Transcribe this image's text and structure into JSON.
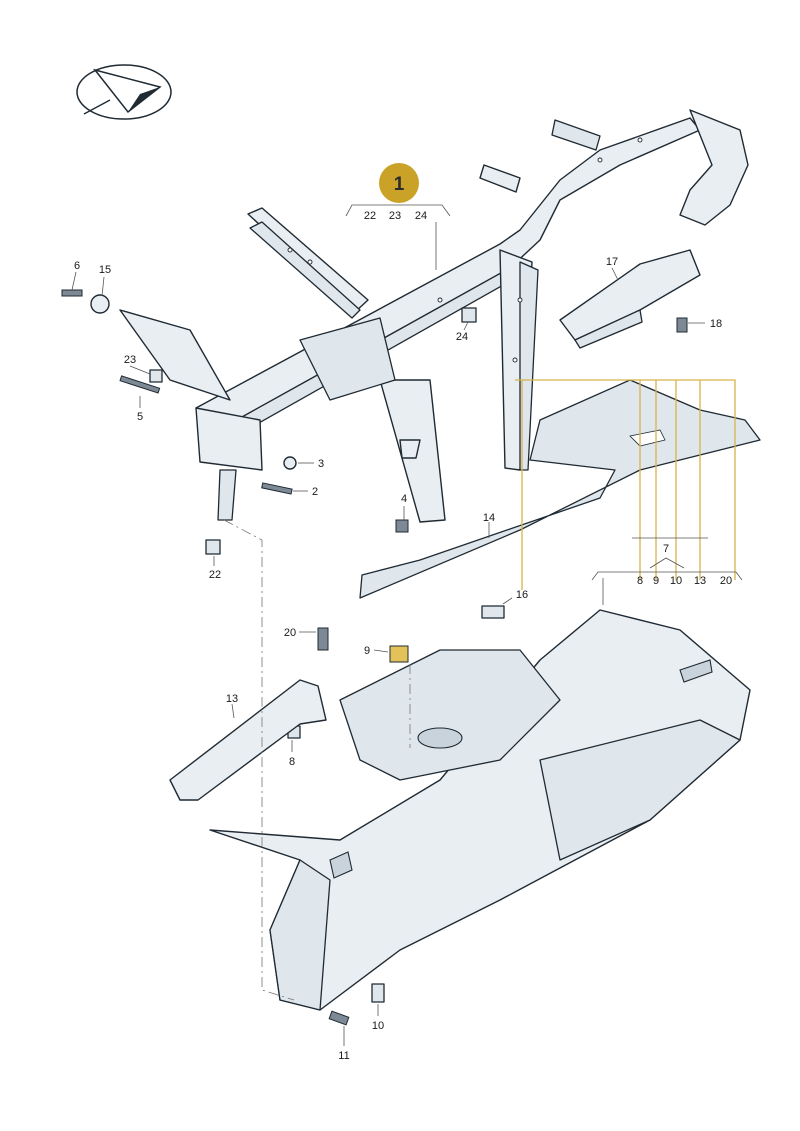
{
  "main_callout": {
    "number": "1",
    "sub_items": [
      "22",
      "23",
      "24"
    ]
  },
  "group_callout": {
    "number": "7",
    "sub_items": [
      "8",
      "9",
      "10",
      "13",
      "20"
    ]
  },
  "labels": {
    "l6": "6",
    "l15": "15",
    "l23": "23",
    "l5": "5",
    "l3": "3",
    "l2": "2",
    "l22": "22",
    "l4": "4",
    "l24": "24",
    "l17": "17",
    "l18": "18",
    "l14": "14",
    "l16": "16",
    "l20": "20",
    "l9": "9",
    "l13": "13",
    "l8": "8",
    "l10": "10",
    "l11": "11"
  },
  "colors": {
    "callout_gold": "#c9a227",
    "highlight_line": "#d8b44a",
    "part_fill": "#e9eef2",
    "outline": "#1f2a33"
  },
  "icons": {
    "logo": "paper-plane-in-ellipse-icon"
  }
}
